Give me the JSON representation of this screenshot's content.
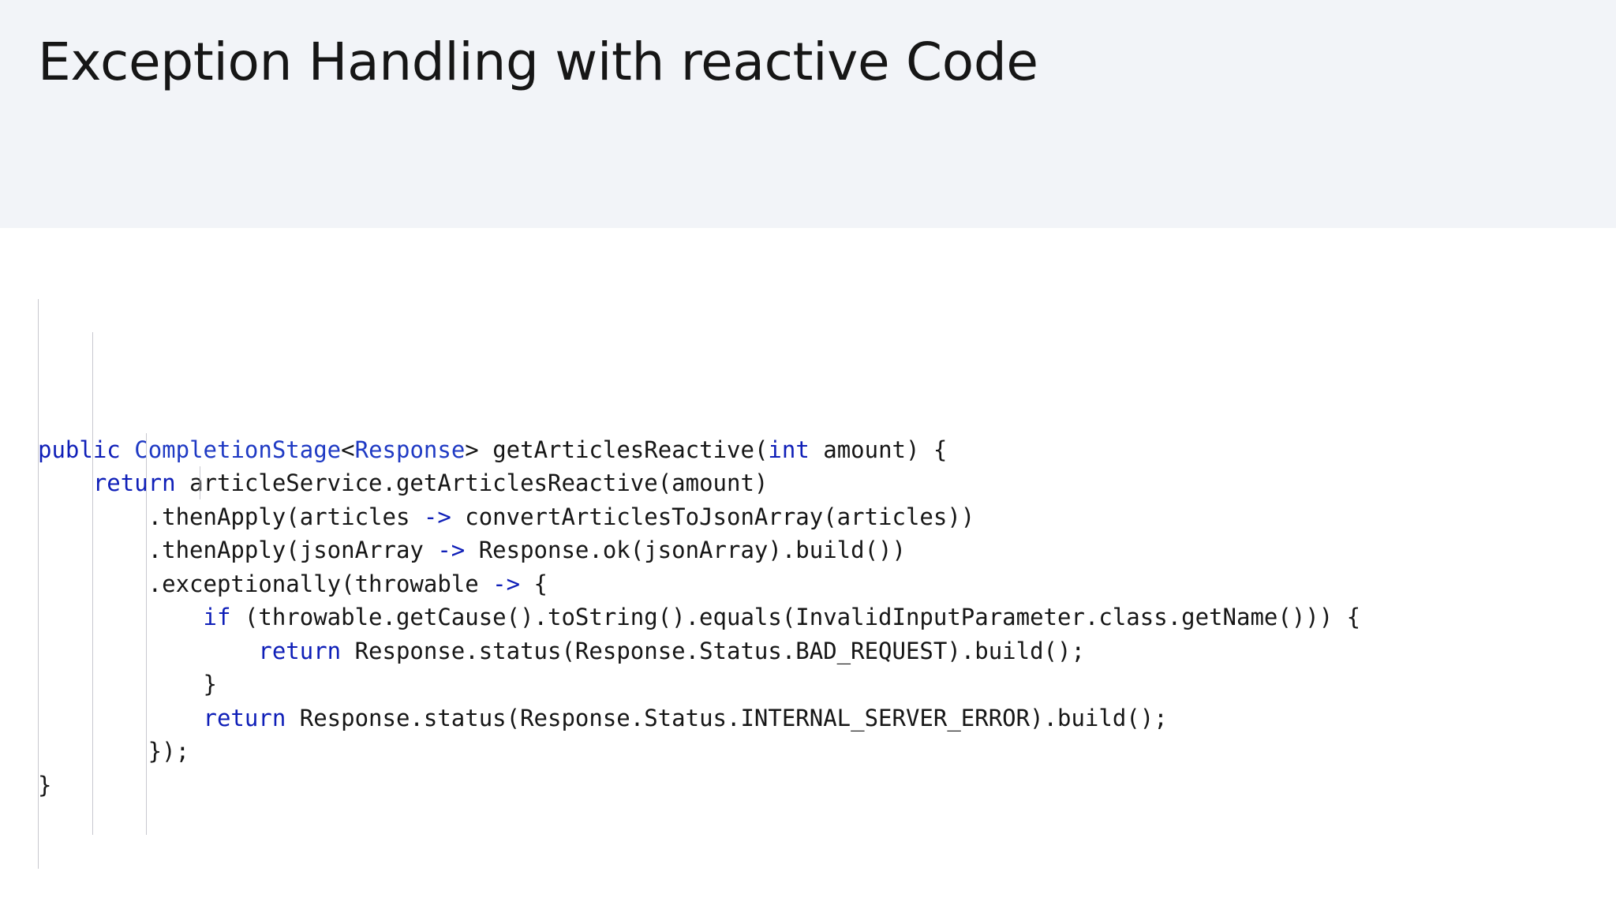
{
  "slide": {
    "title": "Exception Handling with reactive Code"
  },
  "code": {
    "language": "java",
    "colors": {
      "keyword": "#0f1fb8",
      "type": "#1f3ac4",
      "text": "#161616",
      "header_background": "#f2f4f8",
      "indent_guide": "#c8c8cf"
    },
    "lines": [
      [
        {
          "t": "public",
          "c": "kw"
        },
        {
          "t": " "
        },
        {
          "t": "CompletionStage",
          "c": "type"
        },
        {
          "t": "<"
        },
        {
          "t": "Response",
          "c": "type"
        },
        {
          "t": "> getArticlesReactive("
        },
        {
          "t": "int",
          "c": "kw"
        },
        {
          "t": " amount) {"
        }
      ],
      [
        {
          "t": "    "
        },
        {
          "t": "return",
          "c": "kw"
        },
        {
          "t": " articleService.getArticlesReactive(amount)"
        }
      ],
      [
        {
          "t": "        .thenApply(articles "
        },
        {
          "t": "->",
          "c": "kw"
        },
        {
          "t": " convertArticlesToJsonArray(articles))"
        }
      ],
      [
        {
          "t": "        .thenApply(jsonArray "
        },
        {
          "t": "->",
          "c": "kw"
        },
        {
          "t": " Response.ok(jsonArray).build())"
        }
      ],
      [
        {
          "t": "        .exceptionally(throwable "
        },
        {
          "t": "->",
          "c": "kw"
        },
        {
          "t": " {"
        }
      ],
      [
        {
          "t": "            "
        },
        {
          "t": "if",
          "c": "kw"
        },
        {
          "t": " (throwable.getCause().toString().equals(InvalidInputParameter.class.getName())) {"
        }
      ],
      [
        {
          "t": "                "
        },
        {
          "t": "return",
          "c": "kw"
        },
        {
          "t": " Response.status(Response.Status.BAD_REQUEST).build();"
        }
      ],
      [
        {
          "t": "            }"
        }
      ],
      [
        {
          "t": "            "
        },
        {
          "t": "return",
          "c": "kw"
        },
        {
          "t": " Response.status(Response.Status.INTERNAL_SERVER_ERROR).build();"
        }
      ],
      [
        {
          "t": "        });"
        }
      ],
      [
        {
          "t": "}"
        }
      ]
    ]
  }
}
